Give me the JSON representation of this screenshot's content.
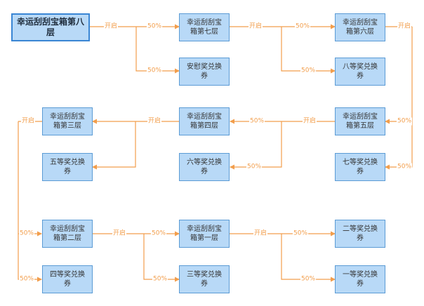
{
  "colors": {
    "node_fill": "#b8d9f7",
    "node_border": "#5b9bd5",
    "connector": "#f29e4c",
    "label_text": "#f29e4c"
  },
  "nodes": {
    "root": "幸运刮刮宝箱第八层",
    "layer7": "幸运刮刮宝箱第七层",
    "layer6": "幸运刮刮宝箱第六层",
    "layer5": "幸运刮刮宝箱第五层",
    "layer4": "幸运刮刮宝箱第四层",
    "layer3": "幸运刮刮宝箱第三层",
    "layer2": "幸运刮刮宝箱第二层",
    "layer1": "幸运刮刮宝箱第一层",
    "consolation_coupon": "安慰奖兑换券",
    "prize8_coupon": "八等奖兑换券",
    "prize7_coupon": "七等奖兑换券",
    "prize6_coupon": "六等奖兑换券",
    "prize5_coupon": "五等奖兑换券",
    "prize4_coupon": "四等奖兑换券",
    "prize3_coupon": "三等奖兑换券",
    "prize2_coupon": "二等奖兑换券",
    "prize1_coupon": "一等奖兑换券"
  },
  "labels": {
    "open": "开启",
    "half": "50%"
  }
}
